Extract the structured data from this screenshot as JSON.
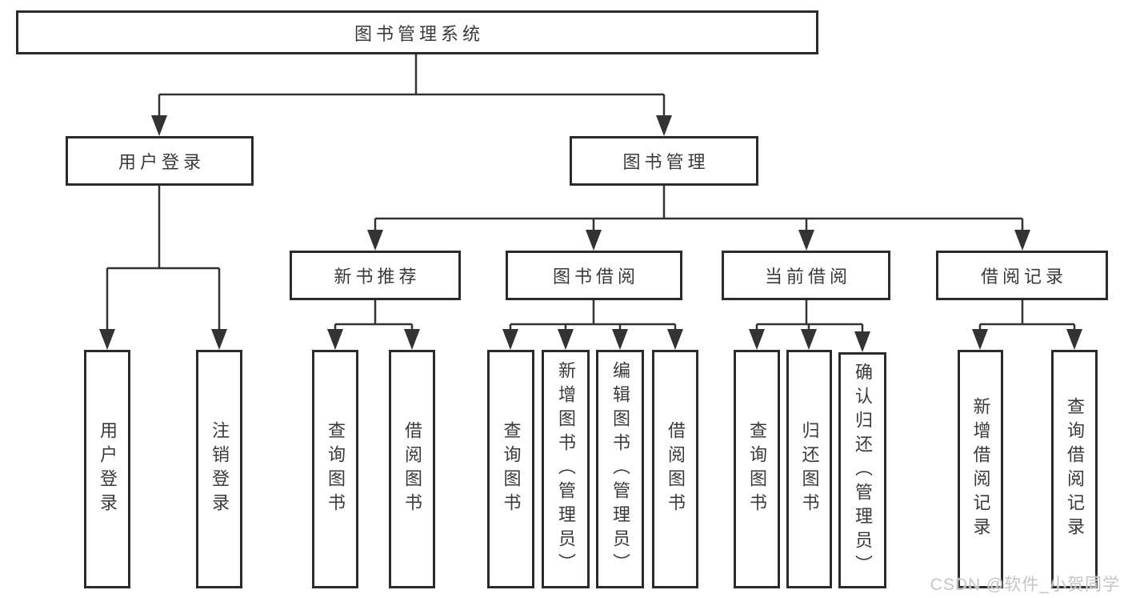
{
  "diagram": {
    "root": "图书管理系统",
    "branches": [
      {
        "label": "用户登录",
        "children": [
          "用户登录",
          "注销登录"
        ]
      },
      {
        "label": "图书管理",
        "children": [
          {
            "label": "新书推荐",
            "children": [
              "查询图书",
              "借阅图书"
            ]
          },
          {
            "label": "图书借阅",
            "children": [
              "查询图书",
              "新增图书（管理员）",
              "编辑图书（管理员）",
              "借阅图书"
            ]
          },
          {
            "label": "当前借阅",
            "children": [
              "查询图书",
              "归还图书",
              "确认归还（管理员）"
            ]
          },
          {
            "label": "借阅记录",
            "children": [
              "新增借阅记录",
              "查询借阅记录"
            ]
          }
        ]
      }
    ],
    "colors": {
      "line": "#333333",
      "box_border": "#2b2b2b",
      "text": "#3a3a3a",
      "background": "#ffffff",
      "watermark_text": "#c5c5c5"
    }
  },
  "watermark": {
    "text": "CSDN @软件_小贺同学"
  }
}
